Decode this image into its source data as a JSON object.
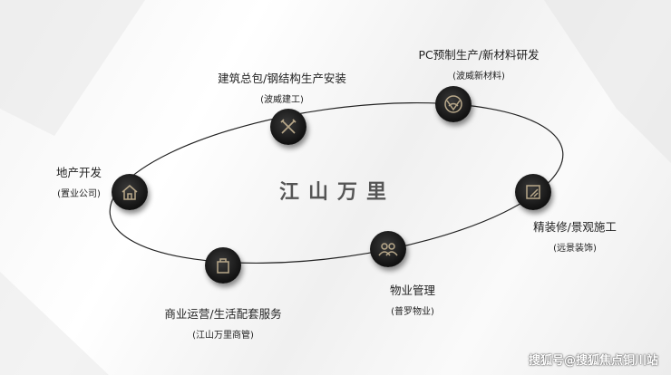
{
  "logo": "江山万里",
  "nodes": [
    {
      "title": "地产开发",
      "sub": "(置业公司)",
      "icon": "house-icon"
    },
    {
      "title": "建筑总包/钢结构生产安装",
      "sub": "(波威建工)",
      "icon": "tools-icon"
    },
    {
      "title": "PC预制生产/新材料研发",
      "sub": "(波威新材料)",
      "icon": "globe-icon"
    },
    {
      "title": "精装修/景观施工",
      "sub": "(远景装饰)",
      "icon": "paint-icon"
    },
    {
      "title": "物业管理",
      "sub": "(普罗物业)",
      "icon": "people-icon"
    },
    {
      "title": "商业运营/生活配套服务",
      "sub": "(江山万里商管)",
      "icon": "shop-icon"
    }
  ],
  "watermark": "搜狐号@搜狐焦点铜川站",
  "colors": {
    "node": "#1a1a1a",
    "icon": "#b8a88a"
  }
}
